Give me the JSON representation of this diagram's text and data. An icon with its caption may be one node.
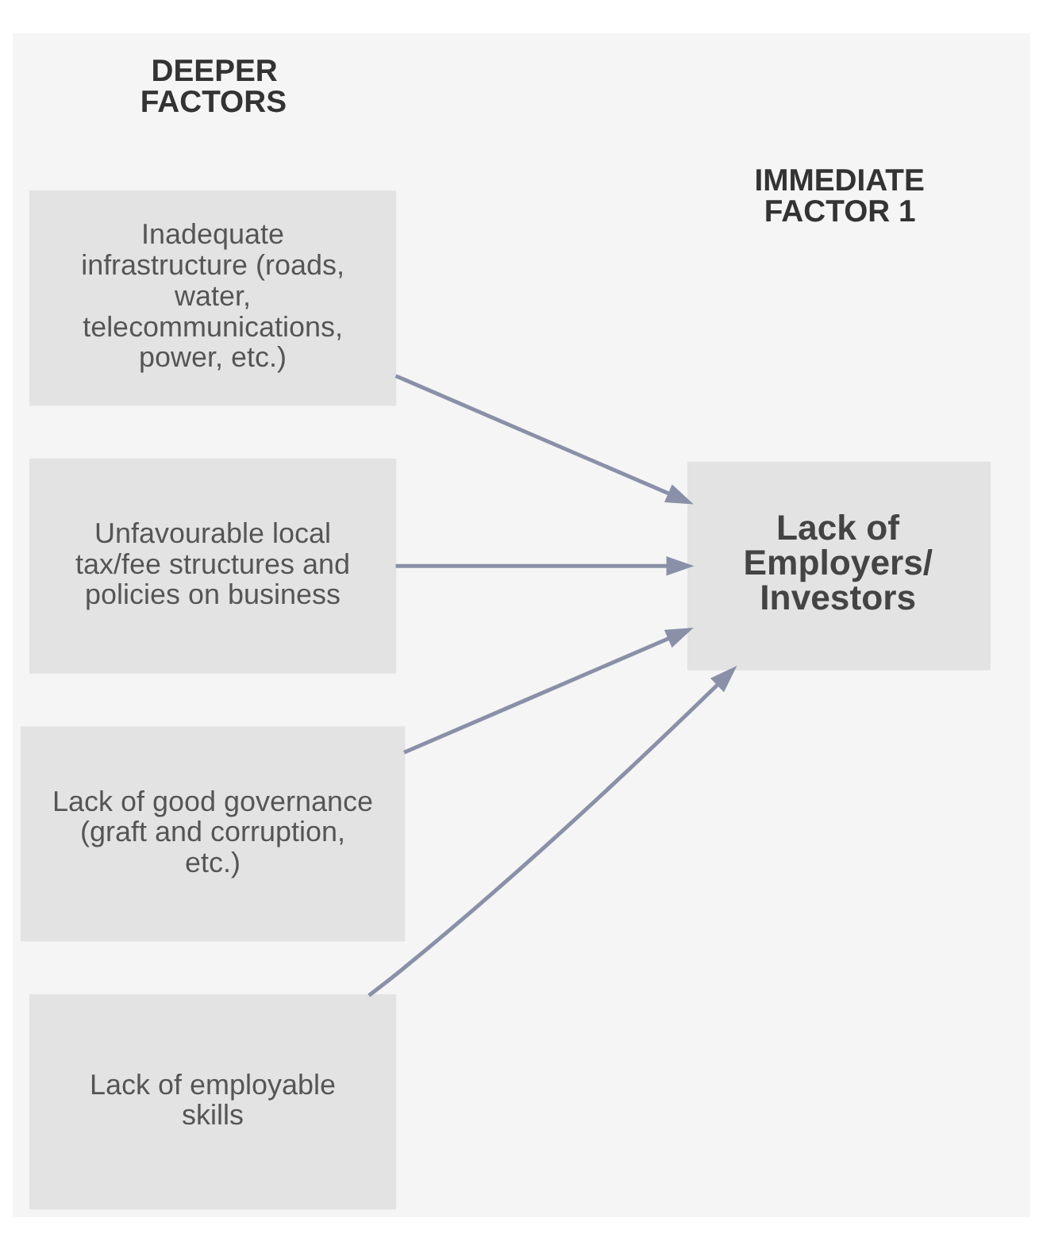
{
  "diagram": {
    "nodes": [
      {
        "text": [
          "Inadequate infrastructure (roads, water, telecommunications, power, etc.)"
        ]
      },
      {
        "text": [
          "Unfavourable local tax/fee structures and policies on business"
        ]
      },
      {
        "text": [
          "Lack of good governance (graft and corruption, etc.)"
        ]
      },
      {
        "text": [
          "Lack of employable skills"
        ]
      },
      {
        "text": [
          "Lack of Employers/ Investors"
        ]
      }
    ],
    "edges": [
      {
        "from": 0,
        "to": 4,
        "arrow": "to"
      },
      {
        "from": 1,
        "to": 4,
        "arrow": "to"
      },
      {
        "from": 2,
        "to": 4,
        "arrow": "to"
      },
      {
        "from": 3,
        "to": 4,
        "arrow": "to"
      }
    ],
    "labels": [
      "DEEPER FACTORS",
      "IMMEDIATE FACTOR 1"
    ]
  }
}
